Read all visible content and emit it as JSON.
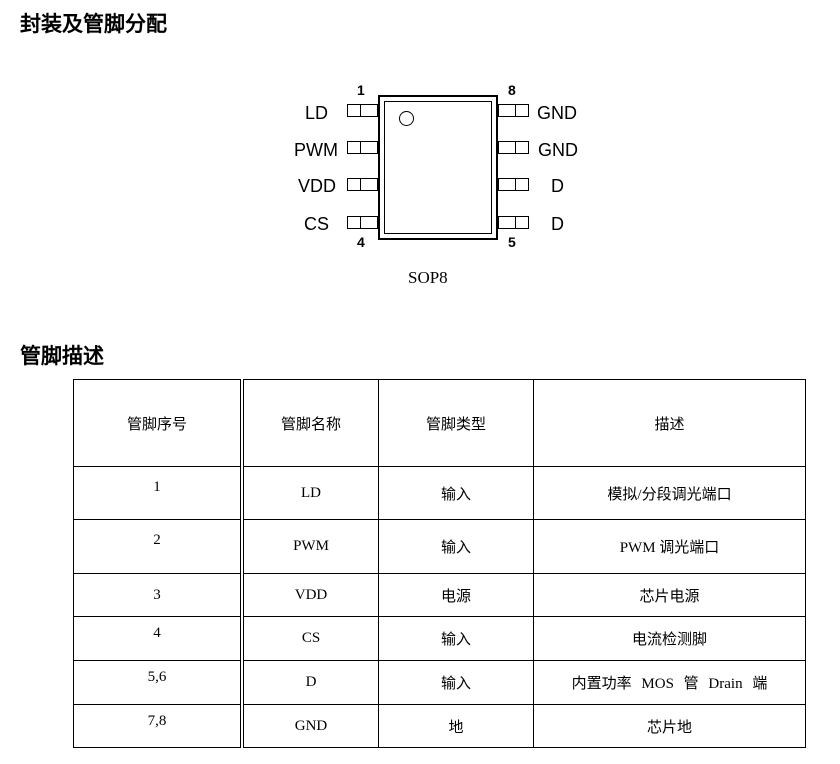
{
  "section1_title": "封装及管脚分配",
  "package": {
    "name": "SOP8",
    "left_pins": [
      {
        "num": "1",
        "label": "LD"
      },
      {
        "label": "PWM"
      },
      {
        "label": "VDD"
      },
      {
        "num": "4",
        "label": "CS"
      }
    ],
    "right_pins": [
      {
        "num": "8",
        "label": "GND"
      },
      {
        "label": "GND"
      },
      {
        "label": "D"
      },
      {
        "num": "5",
        "label": "D"
      }
    ]
  },
  "section2_title": "管脚描述",
  "table": {
    "headers": [
      "管脚序号",
      "管脚名称",
      "管脚类型",
      "描述"
    ],
    "rows": [
      [
        "1",
        "LD",
        "输入",
        "模拟/分段调光端口"
      ],
      [
        "2",
        "PWM",
        "输入",
        "PWM 调光端口"
      ],
      [
        "3",
        "VDD",
        "电源",
        "芯片电源"
      ],
      [
        "4",
        "CS",
        "输入",
        "电流检测脚"
      ],
      [
        "5,6",
        "D",
        "输入",
        "内置功率 MOS 管 Drain 端"
      ],
      [
        "7,8",
        "GND",
        "地",
        "芯片地"
      ]
    ]
  }
}
